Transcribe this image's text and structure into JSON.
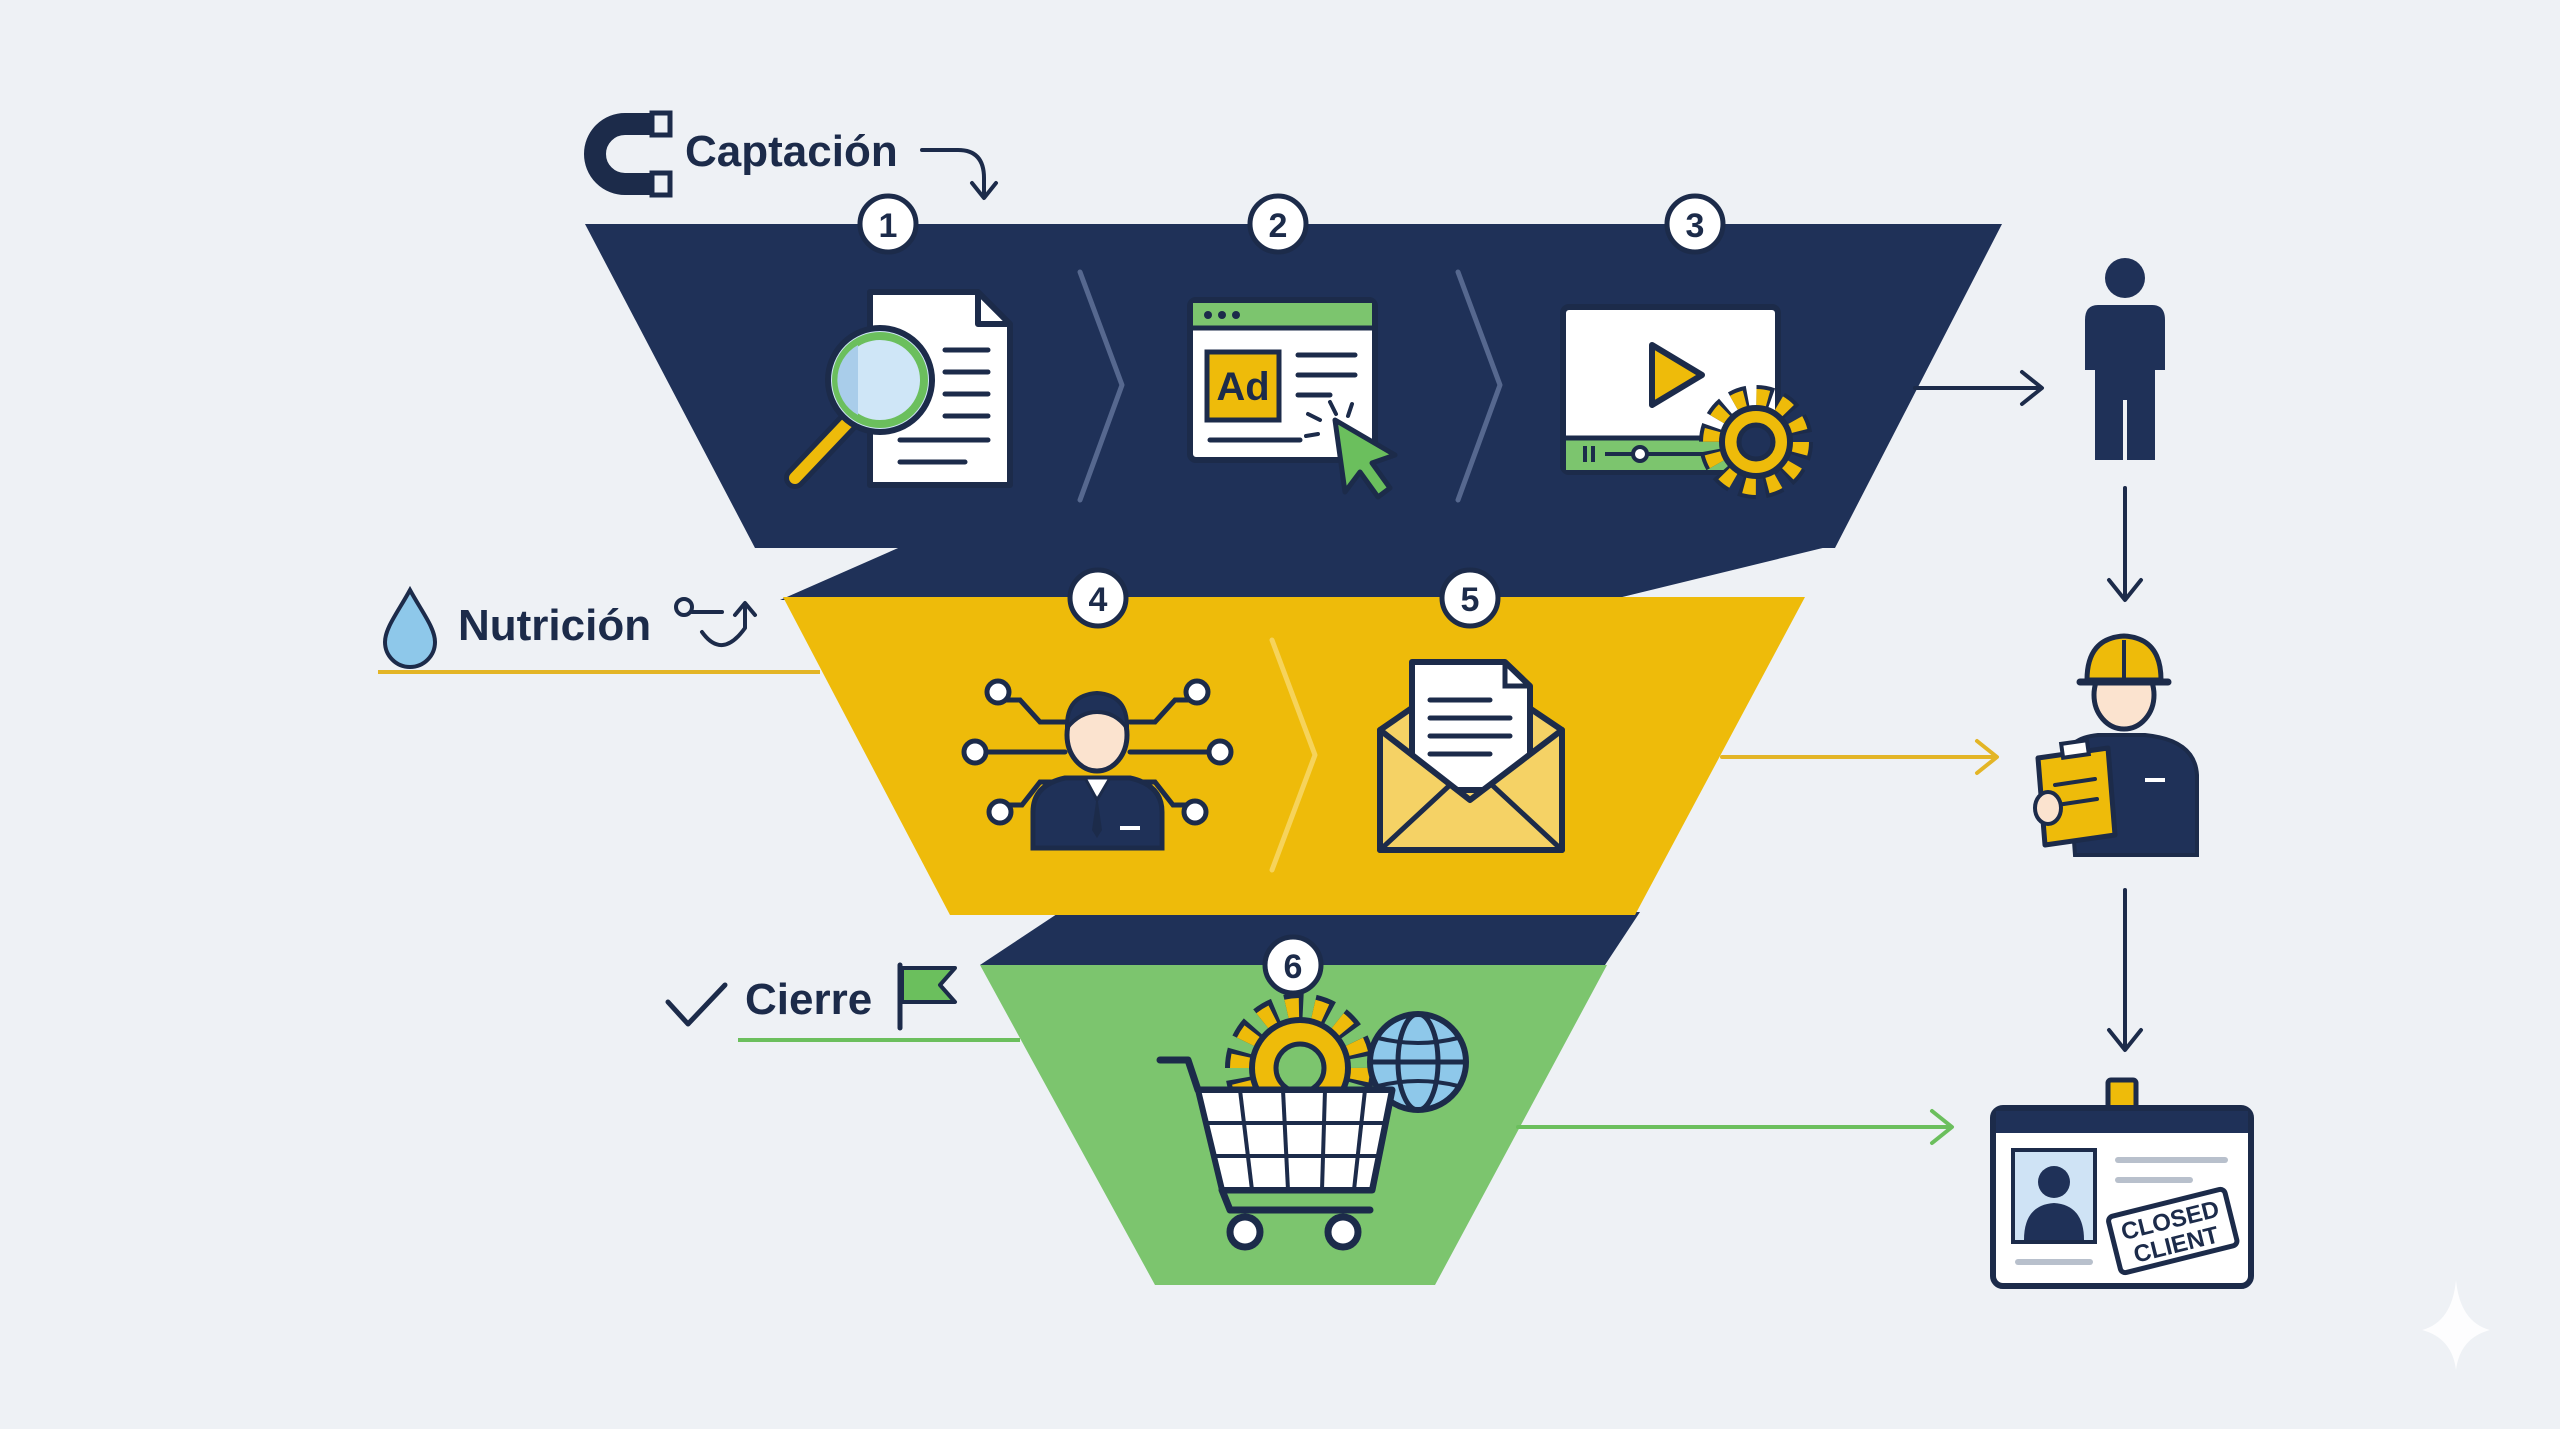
{
  "stages": [
    {
      "id": "captacion",
      "label": "Captación",
      "steps": [
        "1",
        "2",
        "3"
      ]
    },
    {
      "id": "nutricion",
      "label": "Nutrición",
      "steps": [
        "4",
        "5"
      ]
    },
    {
      "id": "cierre",
      "label": "Cierre",
      "steps": [
        "6"
      ]
    }
  ],
  "icons": {
    "ad_label": "Ad",
    "badge_line1": "CLOSED",
    "badge_line2": "CLIENT"
  },
  "colors": {
    "background": "#eef1f5",
    "navy": "#1f3158",
    "yellow": "#eebb0a",
    "green": "#7cc56e",
    "outline": "#1c2b4a"
  }
}
